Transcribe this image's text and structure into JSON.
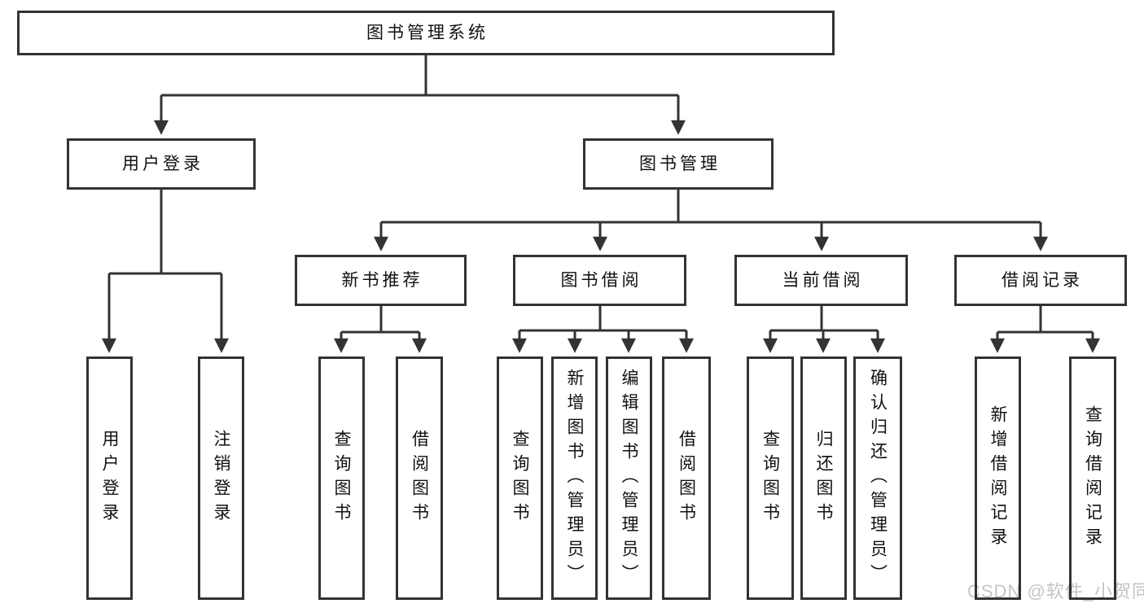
{
  "diagram": {
    "title": "图书管理系统",
    "line_color": "#333333",
    "box_fill": "#ffffff",
    "box_border_color": "#333333",
    "text_color": "#111111",
    "root": {
      "label": "图书管理系统"
    },
    "level1": [
      {
        "id": "user-login",
        "parent": "图书管理系统",
        "label": "用户登录"
      },
      {
        "id": "book-management",
        "parent": "图书管理系统",
        "label": "图书管理"
      }
    ],
    "level2": [
      {
        "id": "new-book-recommend",
        "parent": "图书管理",
        "label": "新书推荐"
      },
      {
        "id": "book-borrow",
        "parent": "图书管理",
        "label": "图书借阅"
      },
      {
        "id": "current-borrow",
        "parent": "图书管理",
        "label": "当前借阅"
      },
      {
        "id": "borrow-record",
        "parent": "图书管理",
        "label": "借阅记录"
      }
    ],
    "level3": [
      {
        "parent": "用户登录",
        "label": "用户登录"
      },
      {
        "parent": "用户登录",
        "label": "注销登录"
      },
      {
        "parent": "新书推荐",
        "label": "查询图书"
      },
      {
        "parent": "新书推荐",
        "label": "借阅图书"
      },
      {
        "parent": "图书借阅",
        "label": "查询图书"
      },
      {
        "parent": "图书借阅",
        "label": "新增图书（管理员）"
      },
      {
        "parent": "图书借阅",
        "label": "编辑图书（管理员）"
      },
      {
        "parent": "图书借阅",
        "label": "借阅图书"
      },
      {
        "parent": "当前借阅",
        "label": "查询图书"
      },
      {
        "parent": "当前借阅",
        "label": "归还图书"
      },
      {
        "parent": "当前借阅",
        "label": "确认归还（管理员）"
      },
      {
        "parent": "借阅记录",
        "label": "新增借阅记录"
      },
      {
        "parent": "借阅记录",
        "label": "查询借阅记录"
      }
    ]
  },
  "watermark": {
    "text": "CSDN @软件_小贺同学",
    "color": "#c4c4c4"
  }
}
